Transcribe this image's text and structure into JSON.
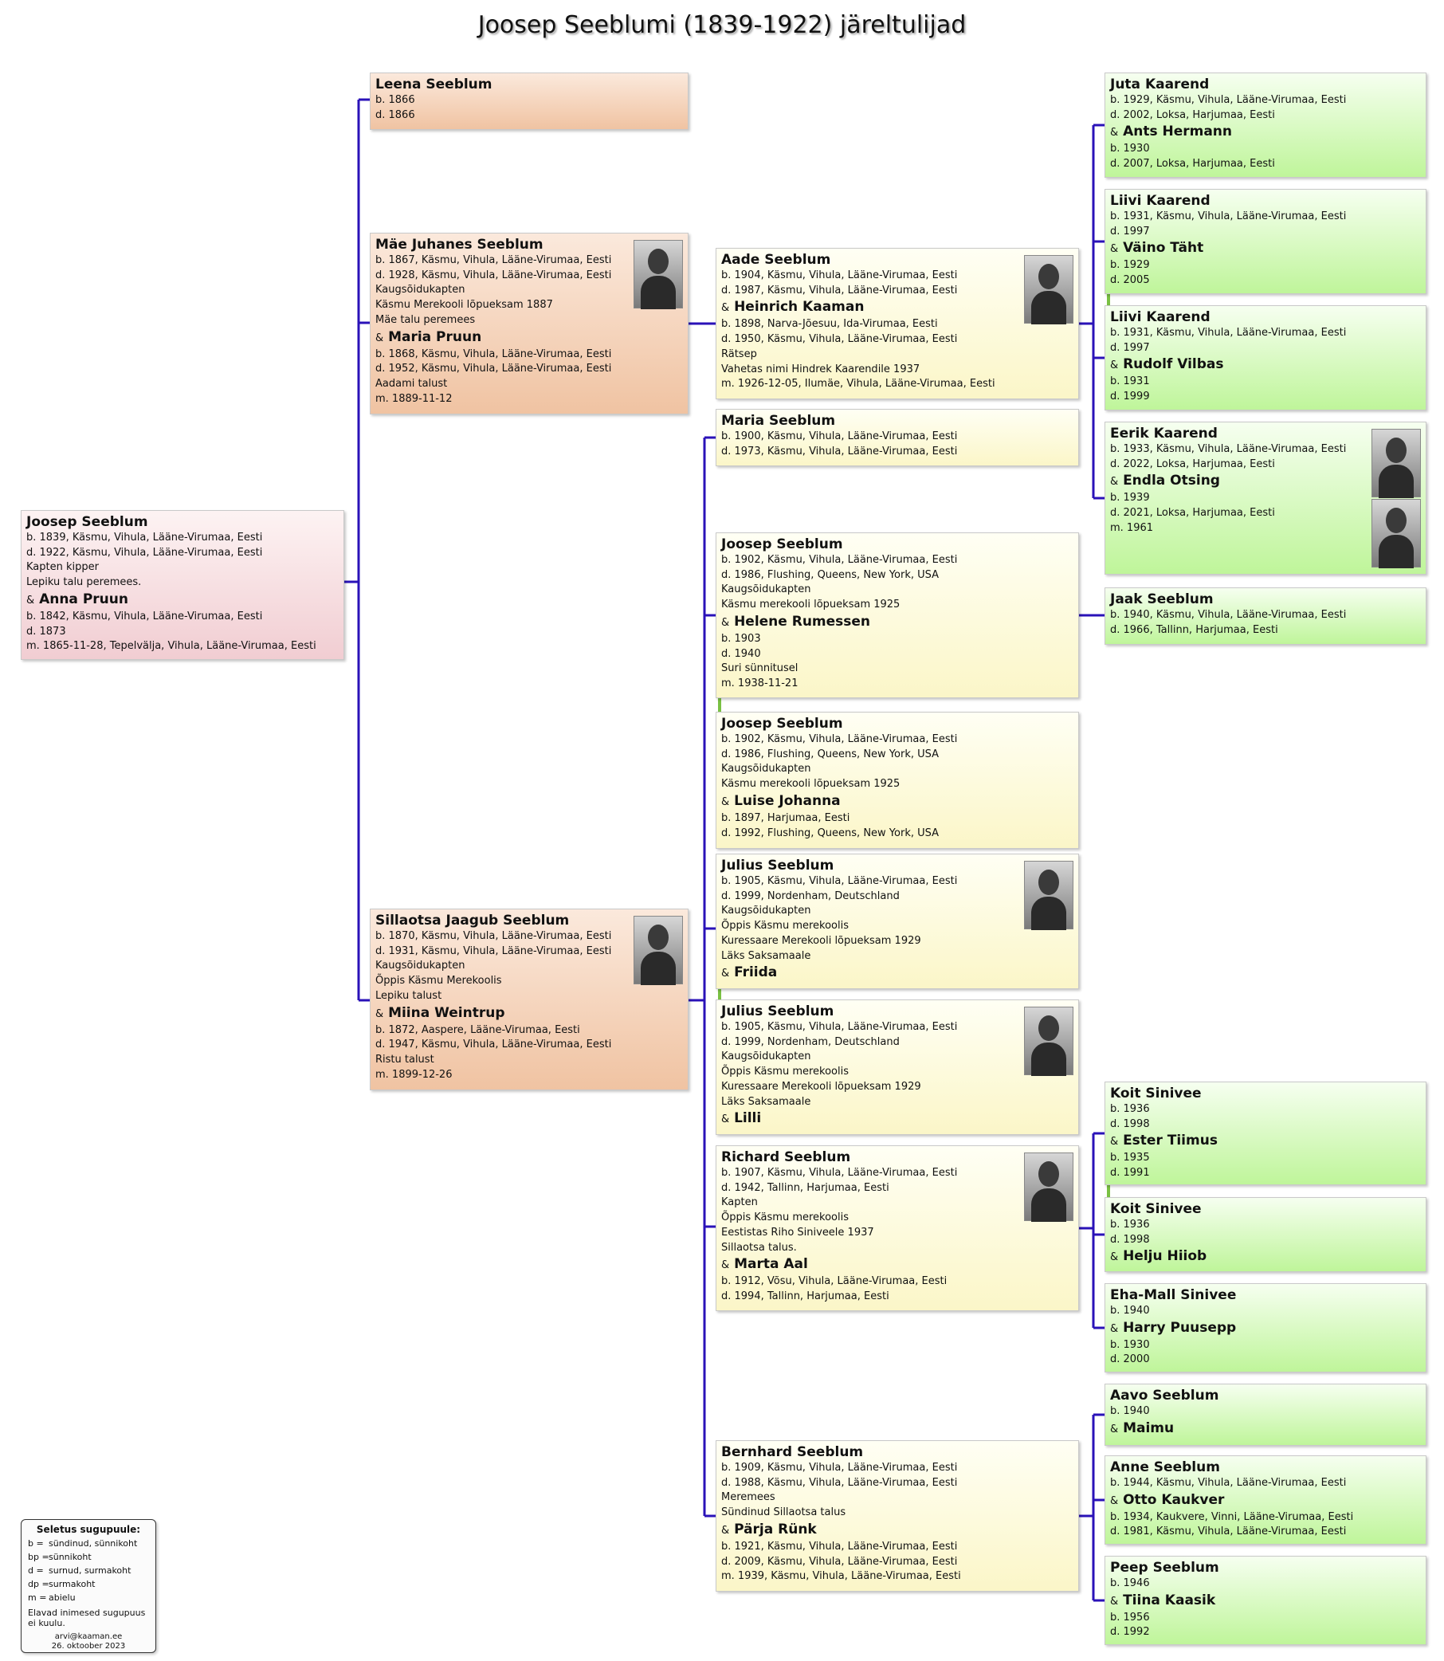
{
  "title": "Joosep Seeblumi (1839-1922) järeltulijad",
  "spouse_prefix": "&",
  "persons": {
    "root": {
      "name": "Joosep Seeblum",
      "lines": [
        "b. 1839, Käsmu, Vihula, Lääne-Virumaa, Eesti",
        "d. 1922, Käsmu, Vihula, Lääne-Virumaa, Eesti",
        "Kapten kipper",
        "Lepiku talu peremees."
      ],
      "spouse": "Anna Pruun",
      "spouse_lines": [
        "b. 1842, Käsmu, Vihula, Lääne-Virumaa, Eesti",
        "d. 1873",
        "m. 1865-11-28, Tepelvälja, Vihula, Lääne-Virumaa, Eesti"
      ]
    },
    "leena": {
      "name": "Leena Seeblum",
      "lines": [
        "b. 1866",
        "d. 1866"
      ]
    },
    "juhanes": {
      "name": "Mäe Juhanes Seeblum",
      "lines": [
        "b. 1867, Käsmu, Vihula, Lääne-Virumaa, Eesti",
        "d. 1928, Käsmu, Vihula, Lääne-Virumaa, Eesti",
        "Kaugsõidukapten",
        "Käsmu Merekooli lõpueksam 1887",
        "Mäe talu peremees"
      ],
      "spouse": "Maria Pruun",
      "spouse_lines": [
        "b. 1868, Käsmu, Vihula, Lääne-Virumaa, Eesti",
        "d. 1952, Käsmu, Vihula, Lääne-Virumaa, Eesti",
        "Aadami talust",
        "m. 1889-11-12"
      ]
    },
    "jaagub": {
      "name": "Sillaotsa Jaagub Seeblum",
      "lines": [
        "b. 1870, Käsmu, Vihula, Lääne-Virumaa, Eesti",
        "d. 1931, Käsmu, Vihula, Lääne-Virumaa, Eesti",
        "Kaugsõidukapten",
        "Õppis Käsmu Merekoolis",
        "Lepiku talust"
      ],
      "spouse": "Miina Weintrup",
      "spouse_lines": [
        "b. 1872, Aaspere, Lääne-Virumaa, Eesti",
        "d. 1947, Käsmu, Vihula, Lääne-Virumaa, Eesti",
        "Ristu talust",
        "m. 1899-12-26"
      ]
    },
    "aade": {
      "name": "Aade Seeblum",
      "lines": [
        "b. 1904, Käsmu, Vihula, Lääne-Virumaa, Eesti",
        "d. 1987, Käsmu, Vihula, Lääne-Virumaa, Eesti"
      ],
      "spouse": "Heinrich Kaaman",
      "spouse_lines": [
        "b. 1898, Narva-Jõesuu, Ida-Virumaa, Eesti",
        "d. 1950, Käsmu, Vihula, Lääne-Virumaa, Eesti",
        "Rätsep",
        "Vahetas nimi Hindrek Kaarendile 1937",
        "m. 1926-12-05, Ilumäe, Vihula, Lääne-Virumaa, Eesti"
      ]
    },
    "maria": {
      "name": "Maria Seeblum",
      "lines": [
        "b. 1900, Käsmu, Vihula, Lääne-Virumaa, Eesti",
        "d. 1973, Käsmu, Vihula, Lääne-Virumaa, Eesti"
      ]
    },
    "joosep1": {
      "name": "Joosep Seeblum",
      "lines": [
        "b. 1902, Käsmu, Vihula, Lääne-Virumaa, Eesti",
        "d. 1986, Flushing, Queens, New York, USA",
        "Kaugsõidukapten",
        "Käsmu merekooli lõpueksam 1925"
      ],
      "spouse": "Helene Rumessen",
      "spouse_lines": [
        "b. 1903",
        "d. 1940",
        "Suri sünnitusel",
        "m. 1938-11-21"
      ]
    },
    "joosep2": {
      "name": "Joosep Seeblum",
      "lines": [
        "b. 1902, Käsmu, Vihula, Lääne-Virumaa, Eesti",
        "d. 1986, Flushing, Queens, New York, USA",
        "Kaugsõidukapten",
        "Käsmu merekooli lõpueksam 1925"
      ],
      "spouse": "Luise Johanna",
      "spouse_lines": [
        "b. 1897, Harjumaa, Eesti",
        "d. 1992, Flushing, Queens, New York, USA"
      ]
    },
    "julius1": {
      "name": "Julius Seeblum",
      "lines": [
        "b. 1905, Käsmu, Vihula, Lääne-Virumaa, Eesti",
        "d. 1999, Nordenham, Deutschland",
        "Kaugsõidukapten",
        "Õppis Käsmu merekoolis",
        "Kuressaare Merekooli lõpueksam 1929",
        "Läks Saksamaale"
      ],
      "spouse": "Friida",
      "spouse_lines": []
    },
    "julius2": {
      "name": "Julius Seeblum",
      "lines": [
        "b. 1905, Käsmu, Vihula, Lääne-Virumaa, Eesti",
        "d. 1999, Nordenham, Deutschland",
        "Kaugsõidukapten",
        "Õppis Käsmu merekoolis",
        "Kuressaare Merekooli lõpueksam 1929",
        "Läks Saksamaale"
      ],
      "spouse": "Lilli",
      "spouse_lines": []
    },
    "richard": {
      "name": "Richard Seeblum",
      "lines": [
        "b. 1907, Käsmu, Vihula, Lääne-Virumaa, Eesti",
        "d. 1942, Tallinn, Harjumaa, Eesti",
        "Kapten",
        "Õppis Käsmu merekoolis",
        "Eestistas Riho Siniveele 1937",
        "Sillaotsa talus."
      ],
      "spouse": "Marta Aal",
      "spouse_lines": [
        "b. 1912, Võsu, Vihula, Lääne-Virumaa, Eesti",
        "d. 1994, Tallinn, Harjumaa, Eesti"
      ]
    },
    "bernhard": {
      "name": "Bernhard Seeblum",
      "lines": [
        "b. 1909, Käsmu, Vihula, Lääne-Virumaa, Eesti",
        "d. 1988, Käsmu, Vihula, Lääne-Virumaa, Eesti",
        "Meremees",
        "Sündinud Sillaotsa talus"
      ],
      "spouse": "Pärja Rünk",
      "spouse_lines": [
        "b. 1921, Käsmu, Vihula, Lääne-Virumaa, Eesti",
        "d. 2009, Käsmu, Vihula, Lääne-Virumaa, Eesti",
        "m. 1939, Käsmu, Vihula, Lääne-Virumaa, Eesti"
      ]
    },
    "juta": {
      "name": "Juta Kaarend",
      "lines": [
        "b. 1929, Käsmu, Vihula, Lääne-Virumaa, Eesti",
        "d. 2002, Loksa, Harjumaa, Eesti"
      ],
      "spouse": "Ants Hermann",
      "spouse_lines": [
        "b. 1930",
        "d. 2007, Loksa, Harjumaa, Eesti"
      ]
    },
    "liivi1": {
      "name": "Liivi Kaarend",
      "lines": [
        "b. 1931, Käsmu, Vihula, Lääne-Virumaa, Eesti",
        "d. 1997"
      ],
      "spouse": "Väino Täht",
      "spouse_lines": [
        "b. 1929",
        "d. 2005"
      ]
    },
    "liivi2": {
      "name": "Liivi Kaarend",
      "lines": [
        "b. 1931, Käsmu, Vihula, Lääne-Virumaa, Eesti",
        "d. 1997"
      ],
      "spouse": "Rudolf Vilbas",
      "spouse_lines": [
        "b. 1931",
        "d. 1999"
      ]
    },
    "eerik": {
      "name": "Eerik Kaarend",
      "lines": [
        "b. 1933, Käsmu, Vihula, Lääne-Virumaa, Eesti",
        "d. 2022, Loksa, Harjumaa, Eesti"
      ],
      "spouse": "Endla Otsing",
      "spouse_lines": [
        "b. 1939",
        "d. 2021, Loksa, Harjumaa, Eesti",
        "m. 1961"
      ]
    },
    "jaak": {
      "name": "Jaak Seeblum",
      "lines": [
        "b. 1940, Käsmu, Vihula, Lääne-Virumaa, Eesti",
        "d. 1966, Tallinn, Harjumaa, Eesti"
      ]
    },
    "koit1": {
      "name": "Koit Sinivee",
      "lines": [
        "b. 1936",
        "d. 1998"
      ],
      "spouse": "Ester Tiimus",
      "spouse_lines": [
        "b. 1935",
        "d. 1991"
      ]
    },
    "koit2": {
      "name": "Koit Sinivee",
      "lines": [
        "b. 1936",
        "d. 1998"
      ],
      "spouse": "Helju Hiiob",
      "spouse_lines": []
    },
    "ehamall": {
      "name": "Eha-Mall Sinivee",
      "lines": [
        "b. 1940"
      ],
      "spouse": "Harry Puusepp",
      "spouse_lines": [
        "b. 1930",
        "d. 2000"
      ]
    },
    "aavo": {
      "name": "Aavo Seeblum",
      "lines": [
        "b. 1940"
      ],
      "spouse": "Maimu",
      "spouse_lines": []
    },
    "anne": {
      "name": "Anne Seeblum",
      "lines": [
        "b. 1944, Käsmu, Vihula, Lääne-Virumaa, Eesti"
      ],
      "spouse": "Otto Kaukver",
      "spouse_lines": [
        "b. 1934, Kaukvere, Vinni, Lääne-Virumaa, Eesti",
        "d. 1981, Käsmu, Vihula, Lääne-Virumaa, Eesti"
      ]
    },
    "peep": {
      "name": "Peep Seeblum",
      "lines": [
        "b. 1946"
      ],
      "spouse": "Tiina Kaasik",
      "spouse_lines": [
        "b. 1956",
        "d. 1992"
      ]
    }
  },
  "legend": {
    "title": "Seletus sugupuule:",
    "rows": [
      {
        "key": "b  =",
        "text": "sündinud, sünnikoht"
      },
      {
        "key": "bp =",
        "text": "sünnikoht"
      },
      {
        "key": "d  =",
        "text": "surnud, surmakoht"
      },
      {
        "key": "dp =",
        "text": "surmakoht"
      },
      {
        "key": "m  =",
        "text": "abielu"
      }
    ],
    "note": "Elavad inimesed sugupuus ei kuulu.",
    "email": "arvi@kaaman.ee",
    "date": "26. oktoober 2023"
  },
  "colors": {
    "connector": "#2a12b8",
    "marriage_mark": "#7ac143",
    "root": "#f1cdd2",
    "gen1": "#f0c3a2",
    "gen2": "#fbf6c8",
    "gen3": "#bff59a"
  }
}
